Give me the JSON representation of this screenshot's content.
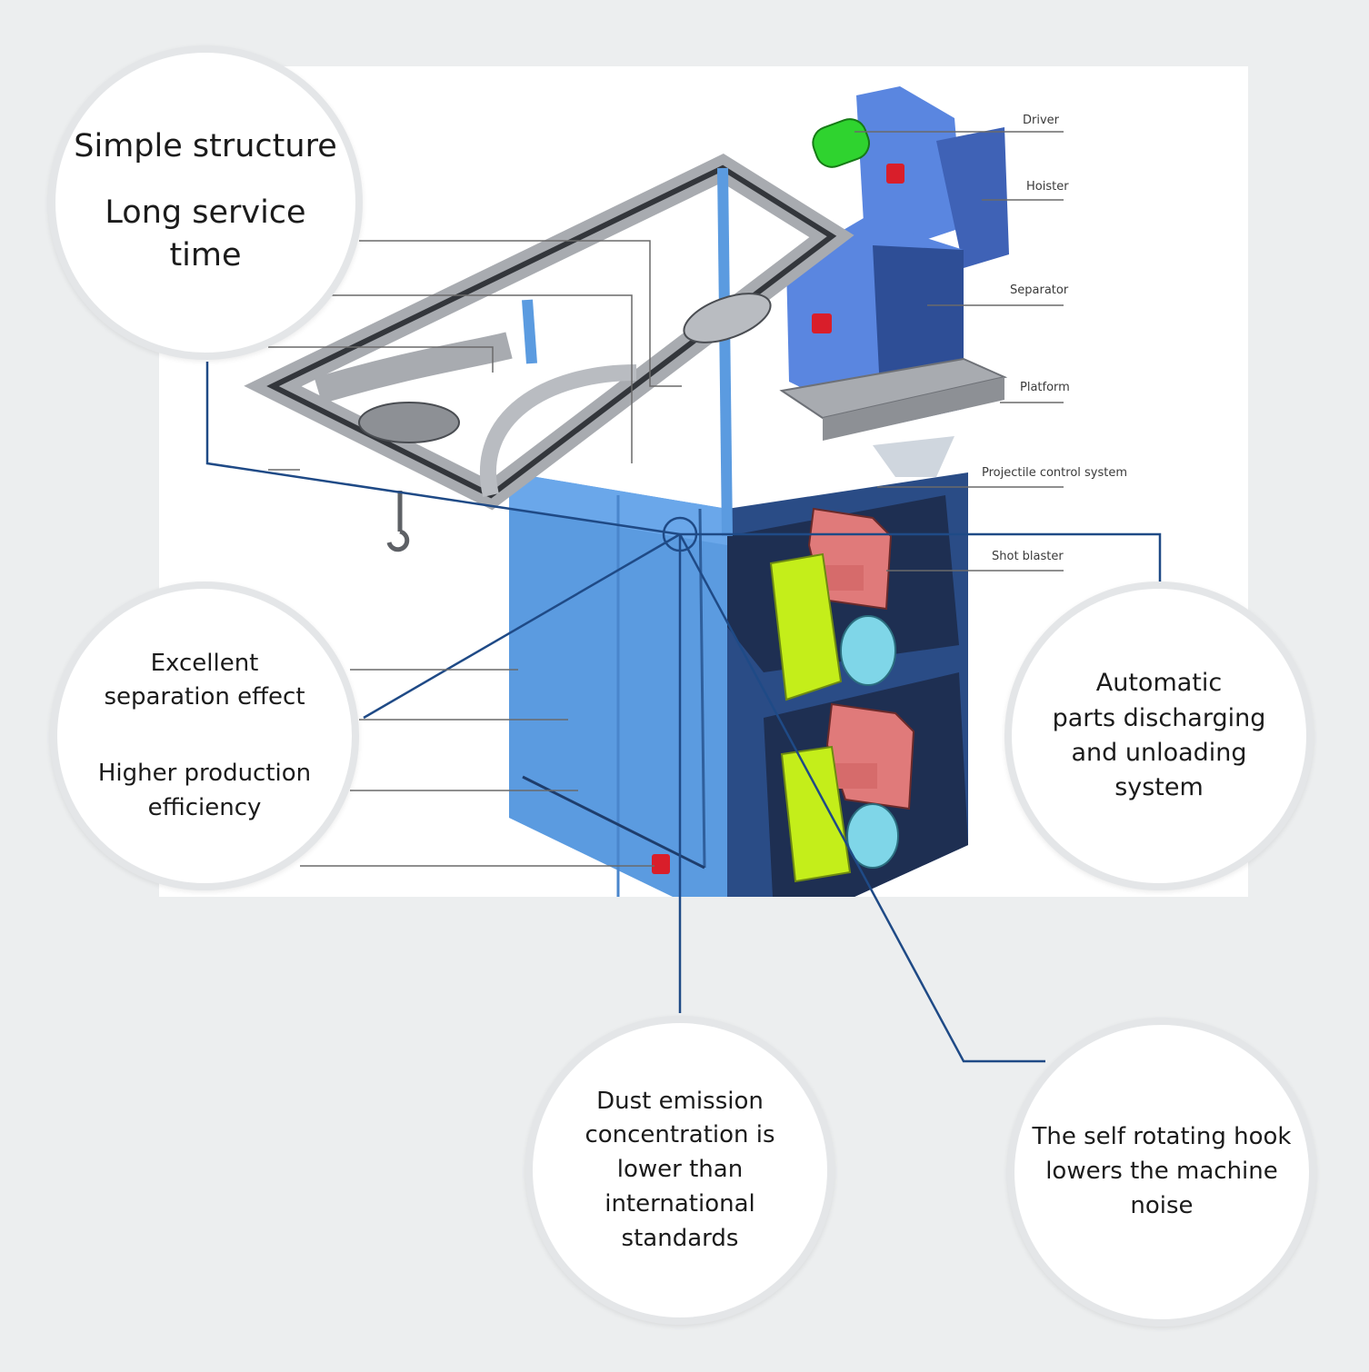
{
  "diagram": {
    "parts": [
      {
        "id": "driver",
        "label": "Driver"
      },
      {
        "id": "hoister",
        "label": "Hoister"
      },
      {
        "id": "separator",
        "label": "Separator"
      },
      {
        "id": "platform",
        "label": "Platform"
      },
      {
        "id": "projectile",
        "label": "Projectile control system"
      },
      {
        "id": "shotblaster",
        "label": "Shot blaster"
      }
    ],
    "features": {
      "simple": {
        "line1": "Simple structure",
        "line2": "Long service\ntime"
      },
      "excellent": {
        "line1": "Excellent\nseparation effect",
        "line2": "Higher production\nefficiency"
      },
      "automatic": {
        "text": "Automatic\nparts discharging\nand unloading\nsystem"
      },
      "dust": {
        "text": "Dust emission\nconcentration is\nlower than\ninternational\nstandards"
      },
      "hook": {
        "text": "The self rotating hook\nlowers the machine\nnoise"
      }
    },
    "colors": {
      "cabinet_front": "#5b9be0",
      "cabinet_dark": "#1e2f52",
      "upper_blue": "#5a86e0",
      "frame_gray": "#a8abb0",
      "motor_green": "#2fd32f",
      "blaster_pink": "#e07a7a",
      "blaster_yellow": "#c4ee1a",
      "motor_cyan": "#7fd6e8",
      "leader_line": "#1f4a86"
    }
  }
}
